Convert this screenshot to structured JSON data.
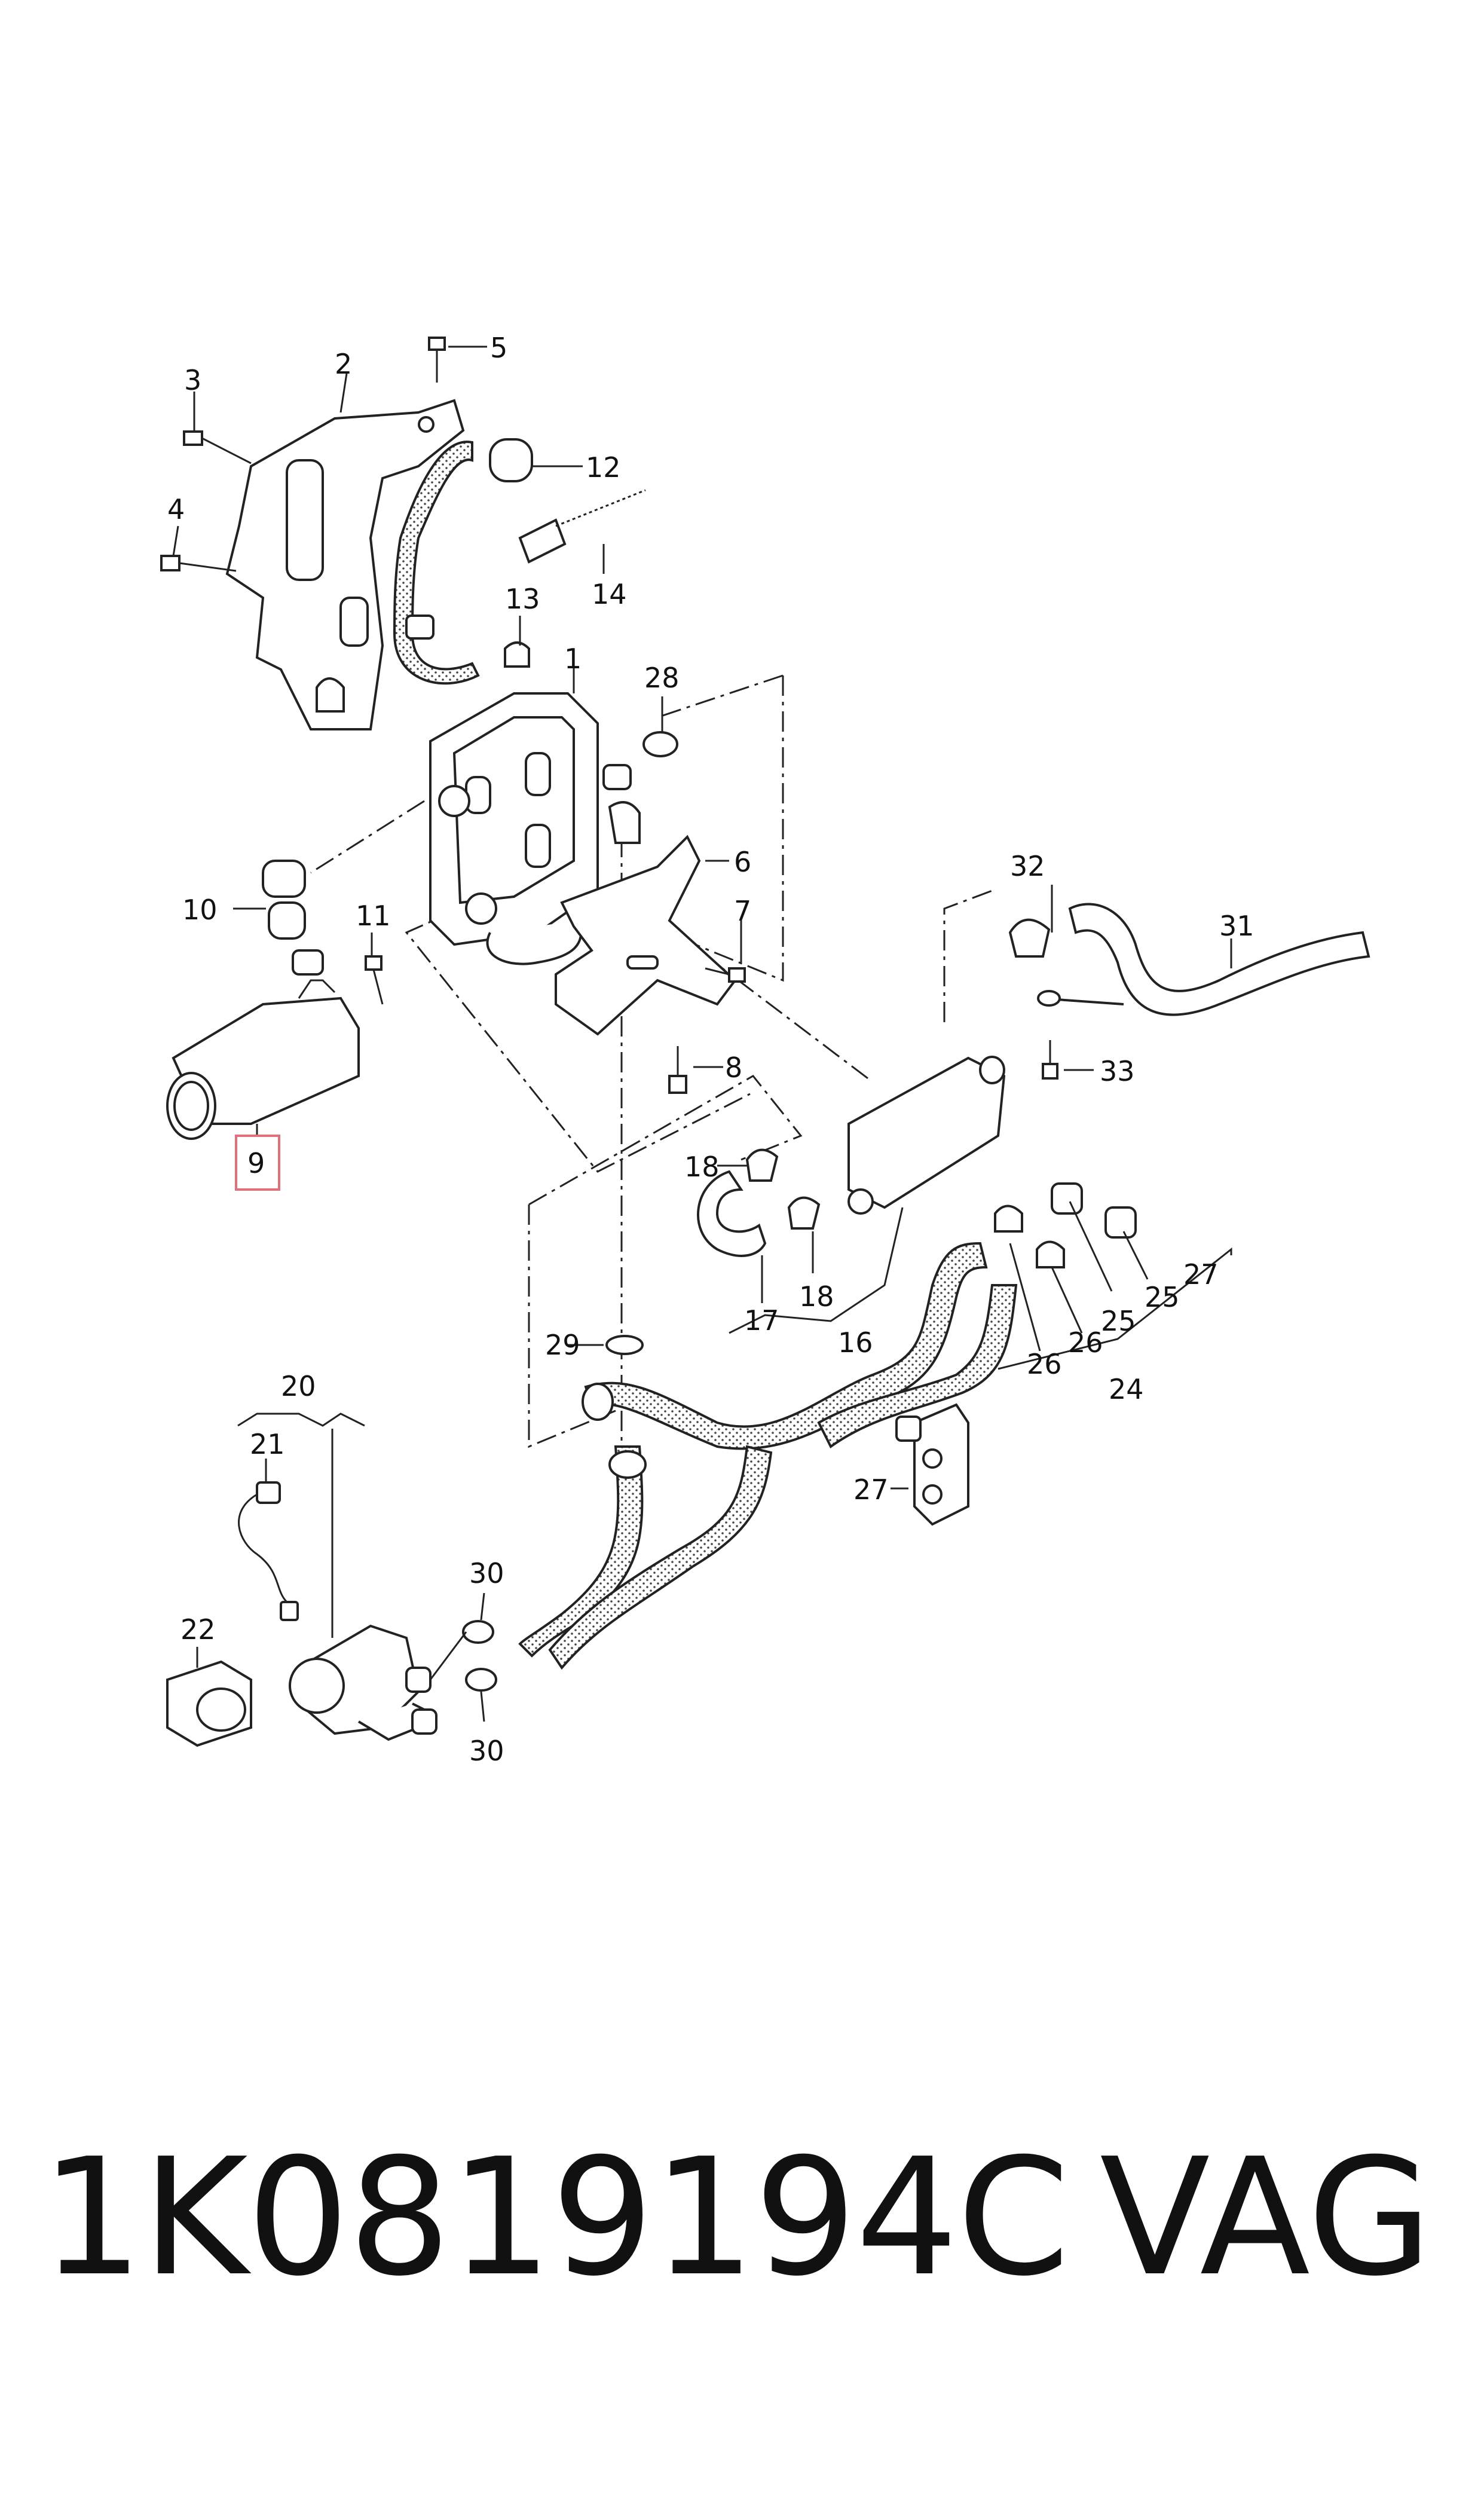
{
  "callouts": {
    "c1": "1",
    "c2": "2",
    "c3": "3",
    "c4": "4",
    "c5": "5",
    "c6": "6",
    "c7": "7",
    "c8": "8",
    "c9": "9",
    "c10": "10",
    "c11": "11",
    "c12": "12",
    "c13": "13",
    "c14": "14",
    "c16": "16",
    "c17": "17",
    "c18a": "18",
    "c18b": "18",
    "c20": "20",
    "c21": "21",
    "c22": "22",
    "c24": "24",
    "c25a": "25",
    "c25b": "25",
    "c26a": "26",
    "c26b": "26",
    "c27a": "27",
    "c27b": "27",
    "c28": "28",
    "c29": "29",
    "c30a": "30",
    "c30b": "30",
    "c31": "31",
    "c32": "32",
    "c33": "33"
  },
  "highlight": {
    "callout": "9",
    "color": "#e0707a"
  },
  "footer": {
    "part_number": "1K0819194C",
    "brand": "VAG"
  }
}
